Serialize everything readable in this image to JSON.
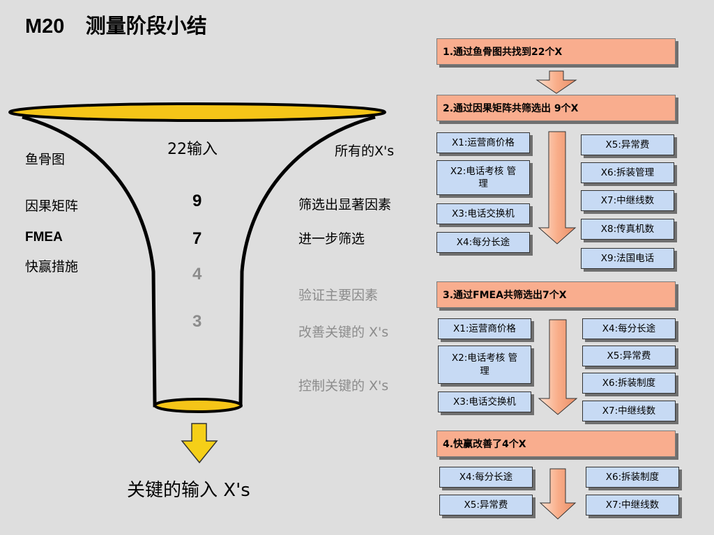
{
  "title": {
    "code": "M20",
    "text": "测量阶段小结"
  },
  "funnel": {
    "top_label": "22输入",
    "left_labels": [
      "鱼骨图",
      "因果矩阵",
      "FMEA",
      "快赢措施"
    ],
    "numbers": [
      "9",
      "7",
      "4",
      "3"
    ],
    "right_labels": [
      "所有的X's",
      "筛选出显著因素",
      "进一步筛选",
      "验证主要因素",
      "改善关键的 X's",
      "控制关键的 X's"
    ],
    "bottom_label": "关键的输入 X's"
  },
  "steps": [
    {
      "label": "1.通过鱼骨图共找到22个X"
    },
    {
      "label": "2.通过因果矩阵共筛选出 9个X"
    },
    {
      "label": "3.通过FMEA共筛选出7个X"
    },
    {
      "label": "4.快赢改善了4个X"
    }
  ],
  "group2": {
    "left": [
      "X1:运营商价格",
      "X2:电话考核 管理",
      "X3:电话交换机",
      "X4:每分长途"
    ],
    "right": [
      "X5:异常费",
      "X6:拆装管理",
      "X7:中继线数",
      "X8:传真机数",
      "X9:法国电话"
    ]
  },
  "group3": {
    "left": [
      "X1:运营商价格",
      "X2:电话考核 管理",
      "X3:电话交换机"
    ],
    "right": [
      "X4:每分长途",
      "X5:异常费",
      "X6:拆装制度",
      "X7:中继线数"
    ]
  },
  "group4": {
    "left": [
      "X4:每分长途",
      "X5:异常费"
    ],
    "right": [
      "X6:拆装制度",
      "X7:中继线数"
    ]
  },
  "colors": {
    "background": "#dedede",
    "step_fill": "#f9ad8e",
    "box_fill": "#c7daf4",
    "funnel_yellow": "#f5c518",
    "arrow_fill": "#fbb28e"
  }
}
